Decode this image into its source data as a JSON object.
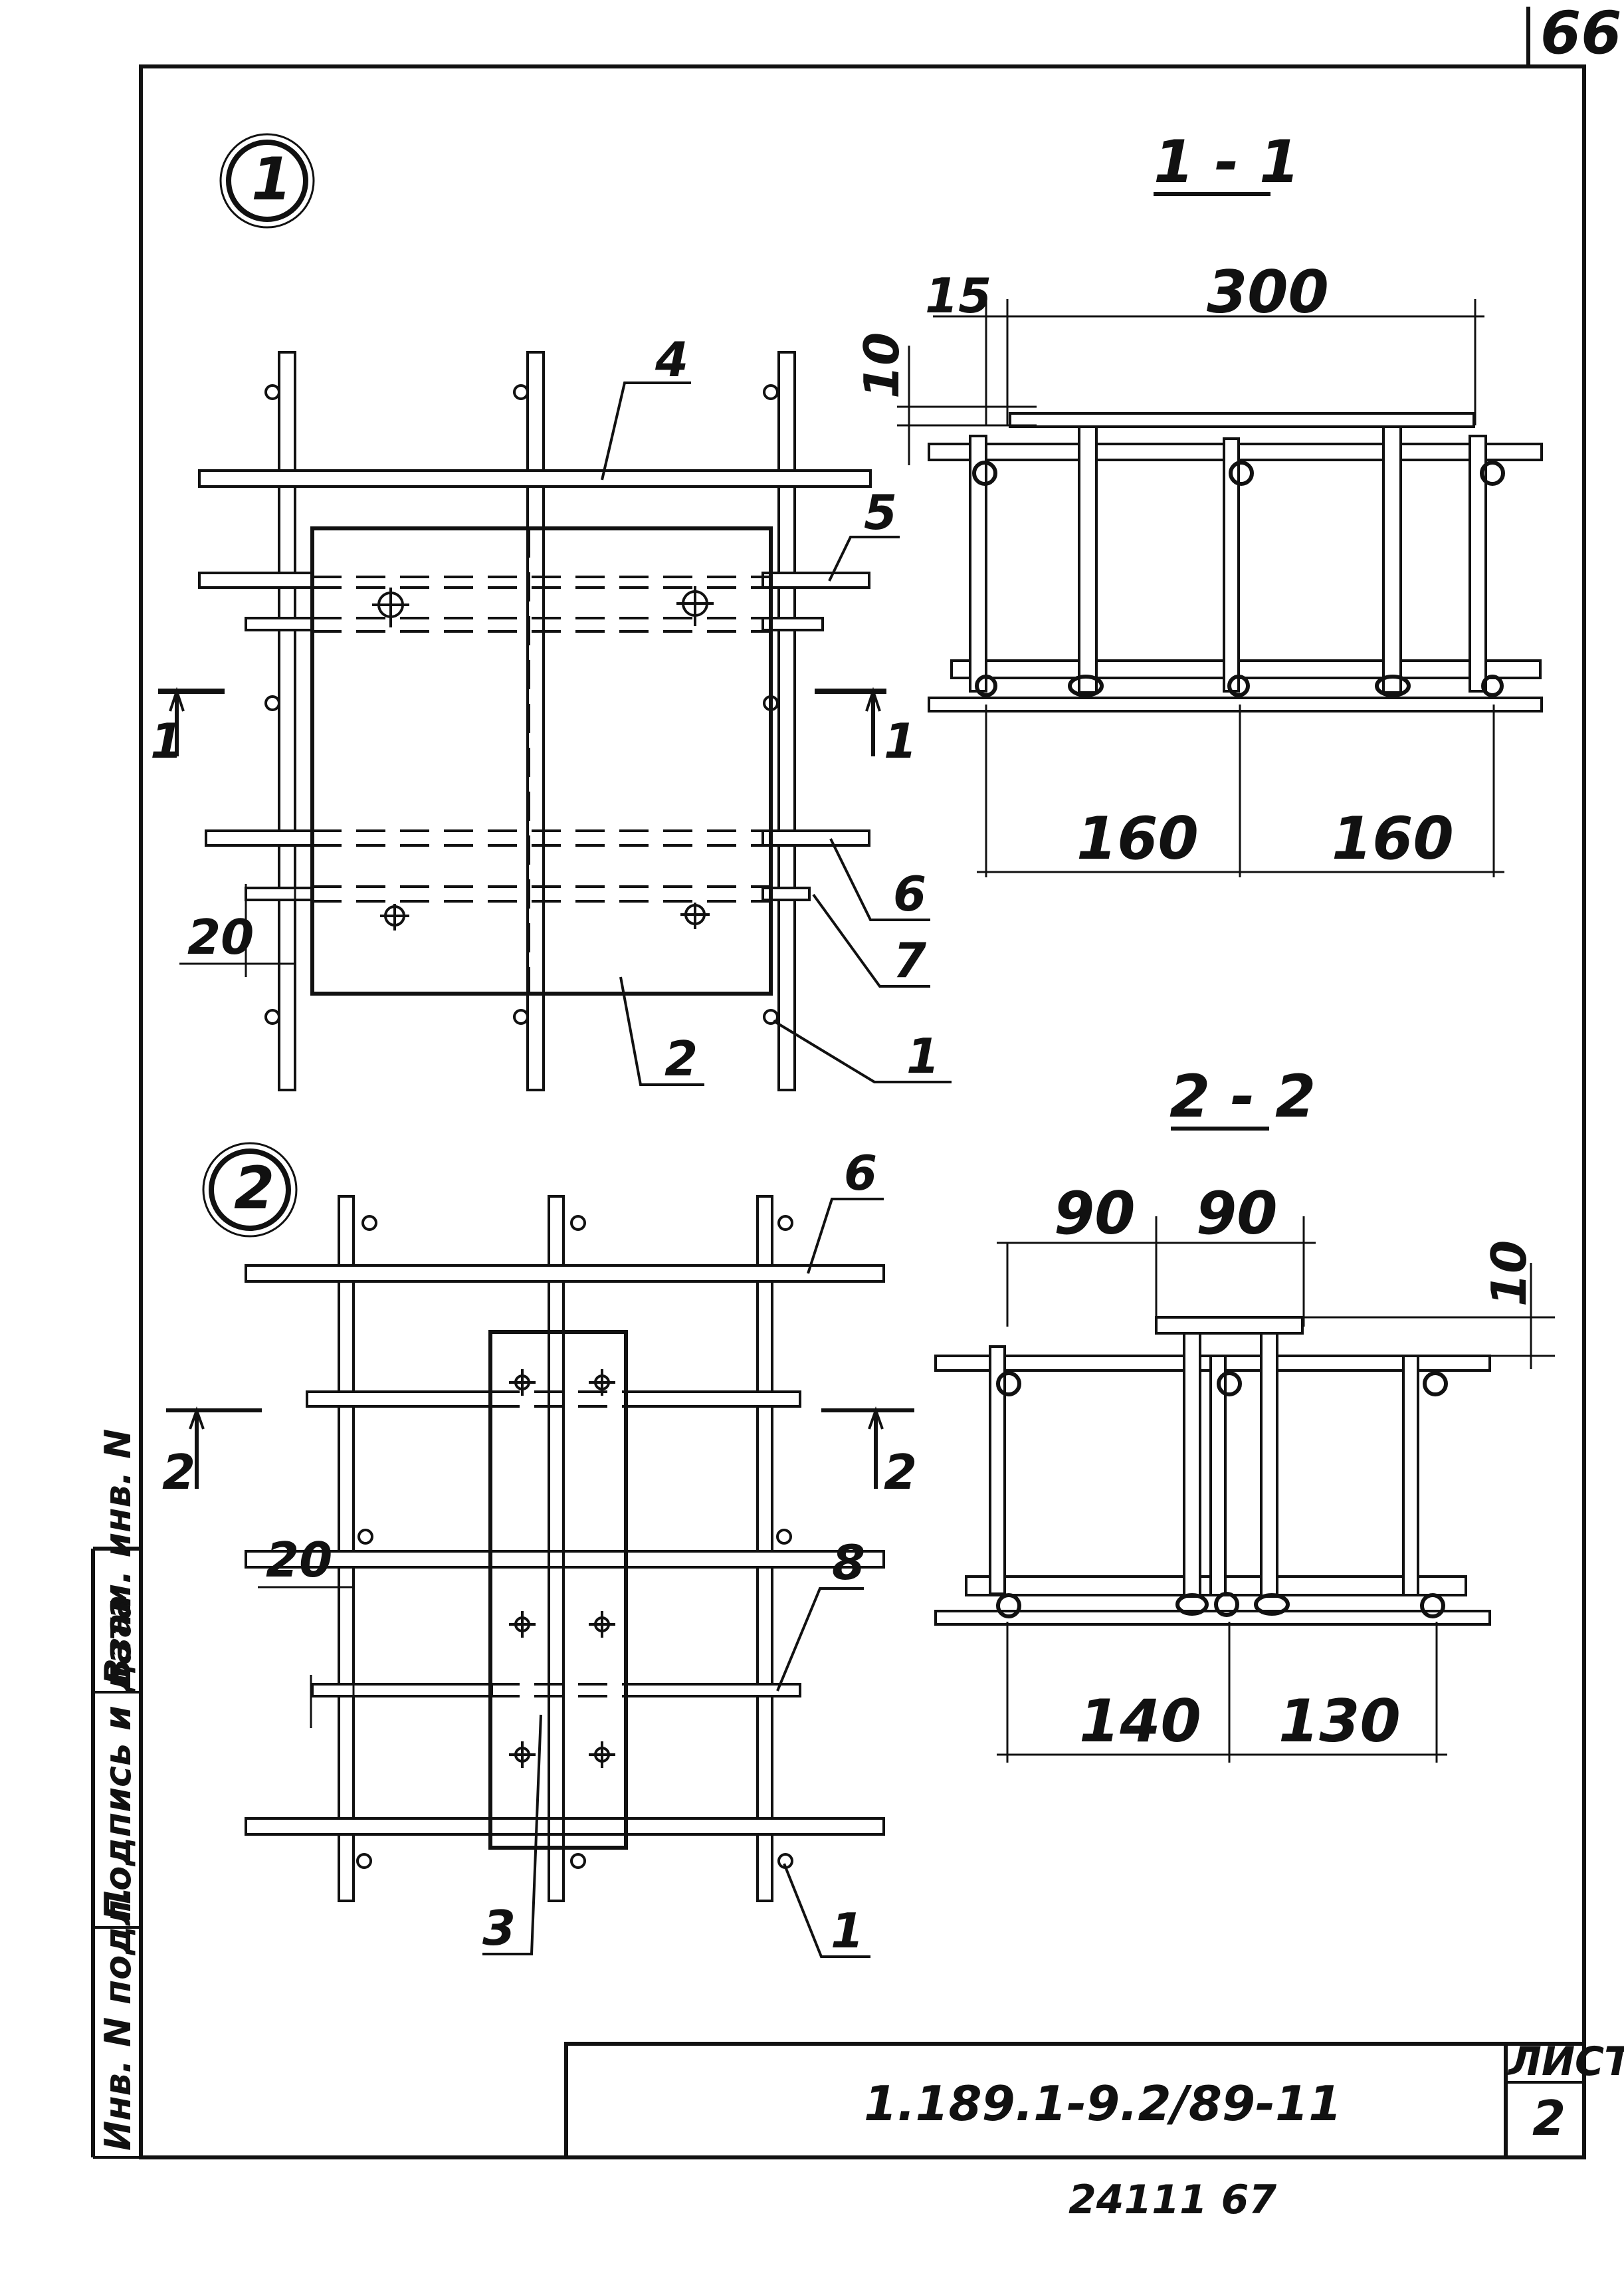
{
  "sheet": {
    "corner_number": "66",
    "designation": "1.189.1-9.2/89-11",
    "sheet_label": "ЛИСТ",
    "sheet_number": "2",
    "bottom_code": "24111  67"
  },
  "side_stamp": [
    "Инв. N подл.",
    "Подпись и дата",
    "Взам. инв. N"
  ],
  "node1": {
    "circle_label": "1",
    "section_mark": "1",
    "dim_20": "20",
    "callouts": [
      "4",
      "5",
      "6",
      "7",
      "1",
      "2"
    ]
  },
  "node2": {
    "circle_label": "2",
    "section_mark": "2",
    "dim_20": "20",
    "callouts": [
      "6",
      "8",
      "1",
      "3"
    ]
  },
  "section11": {
    "title": "1 - 1",
    "dims": {
      "d15": "15",
      "d300": "300",
      "d10": "10",
      "d160a": "160",
      "d160b": "160"
    }
  },
  "section22": {
    "title": "2 - 2",
    "dims": {
      "d90a": "90",
      "d90b": "90",
      "d10": "10",
      "d140": "140",
      "d130": "130"
    }
  }
}
